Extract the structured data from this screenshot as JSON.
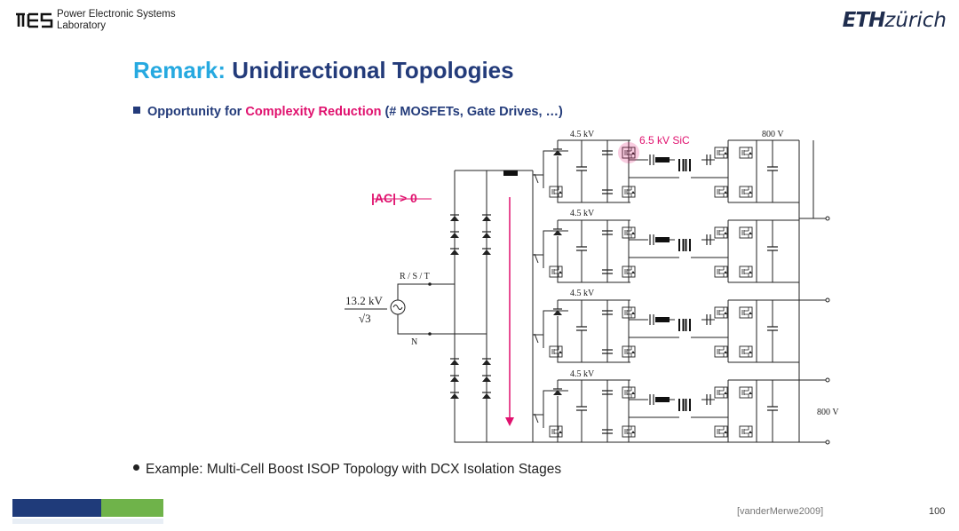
{
  "header": {
    "lab_name_line1": "Power Electronic Systems",
    "lab_name_line2": "Laboratory",
    "eth_bold": "ETH",
    "eth_rest": "zürich"
  },
  "slide": {
    "title_part1": "Remark:",
    "title_part2": "Unidirectional Topologies",
    "bullet1_pre": "Opportunity for",
    "bullet1_highlight": "Complexity Reduction",
    "bullet1_post": "(# MOSFETs, Gate Drives, …)",
    "bullet2": "Example: Multi-Cell Boost ISOP Topology with DCX Isolation Stages"
  },
  "diagram": {
    "source_label": "R / S / T",
    "neutral_label": "N",
    "voltage_num": "13.2 kV",
    "voltage_den": "√3",
    "ac_label": "|AC| > 0",
    "sic_label": "6.5 kV SiC",
    "cell_voltages": [
      "4.5 kV",
      "4.5 kV",
      "4.5 kV",
      "4.5 kV"
    ],
    "dc_out_top": "800 V",
    "dc_out_right": "800 V",
    "colors": {
      "highlight": "#e0116e",
      "wire": "#222222"
    }
  },
  "footer": {
    "citation": "[vanderMerwe2009]",
    "page_number": "100"
  }
}
